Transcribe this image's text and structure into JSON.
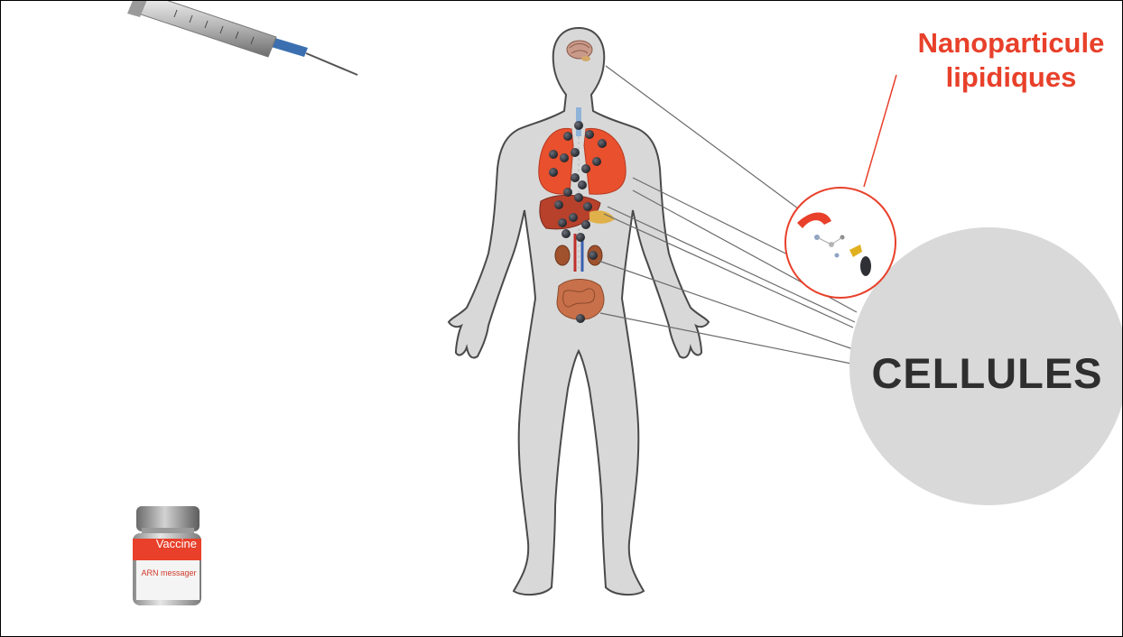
{
  "nanoparticle_label": [
    "Nanoparticule",
    "lipidiques"
  ],
  "cells_label": "CELLULES",
  "vial": {
    "label": "Vaccine",
    "sublabel": "ARN messager"
  },
  "icons": [
    "syringe-icon",
    "vaccine-vial-icon",
    "human-body",
    "brain-icon",
    "lungs-icon",
    "liver-icon",
    "kidneys-icon",
    "intestines-icon",
    "lipid-nanoparticle-icon",
    "cell-circle"
  ],
  "colors": {
    "accent_red": "#e8402a",
    "body_fill": "#d8d8d8",
    "body_outline": "#4a4a4a",
    "cell_fill": "#d9d9d9",
    "cell_text": "#2f2f2f",
    "particle": "#2e3036"
  }
}
